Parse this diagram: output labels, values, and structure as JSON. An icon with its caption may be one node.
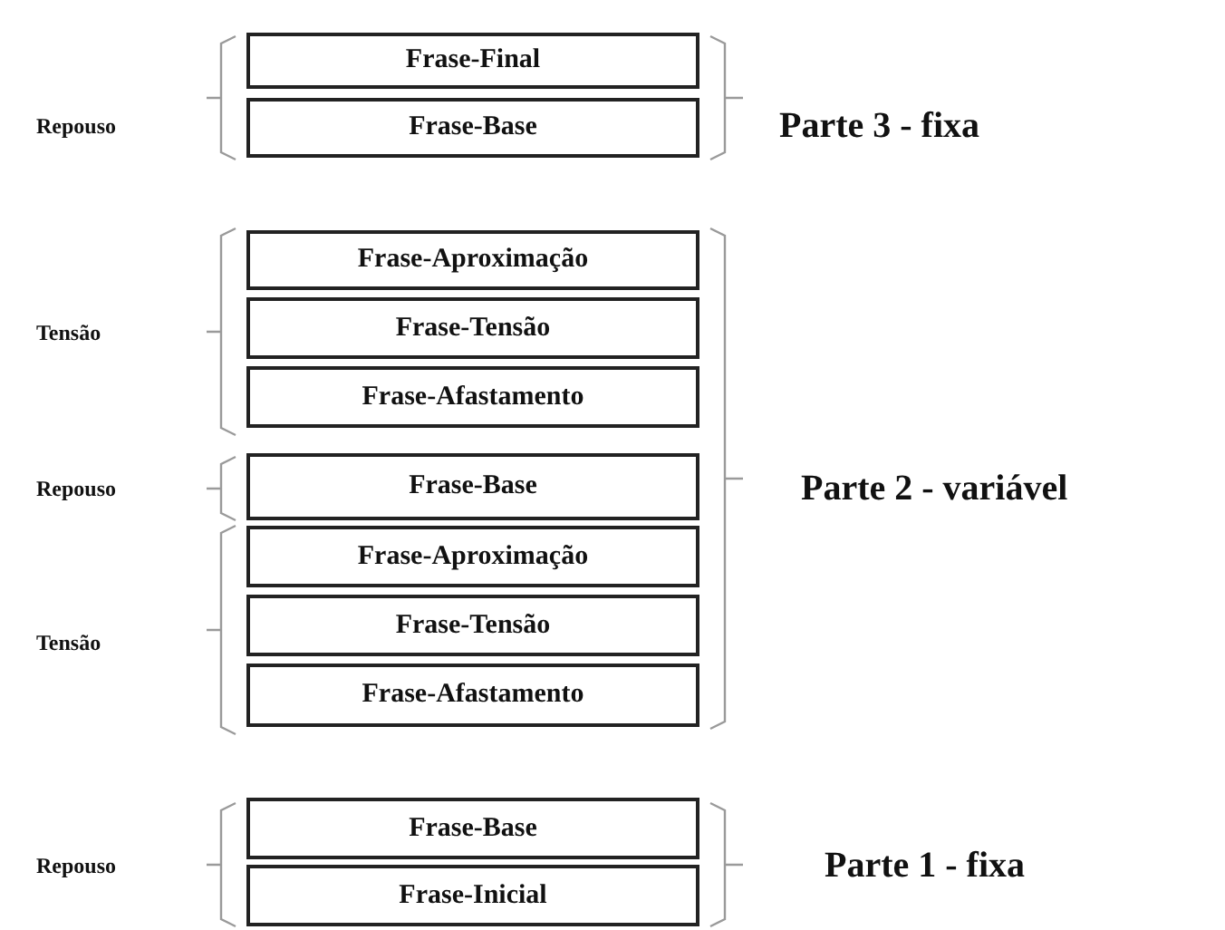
{
  "diagram": {
    "nodes": [
      {
        "text": [
          "Frase-Final"
        ]
      },
      {
        "text": [
          "Frase-Base"
        ]
      },
      {
        "text": [
          "Frase-Aproximação"
        ]
      },
      {
        "text": [
          "Frase-Tensão"
        ]
      },
      {
        "text": [
          "Frase-Afastamento"
        ]
      },
      {
        "text": [
          "Frase-Base"
        ]
      },
      {
        "text": [
          "Frase-Aproximação"
        ]
      },
      {
        "text": [
          "Frase-Tensão"
        ]
      },
      {
        "text": [
          "Frase-Afastamento"
        ]
      },
      {
        "text": [
          "Frase-Base"
        ]
      },
      {
        "text": [
          "Frase-Inicial"
        ]
      }
    ],
    "labels": [
      "Repouso",
      "Parte 3 - fixa",
      "Tensão",
      "Parte 2 - variável",
      "Repouso",
      "Tensão",
      "Repouso",
      "Parte 1 - fixa"
    ]
  }
}
